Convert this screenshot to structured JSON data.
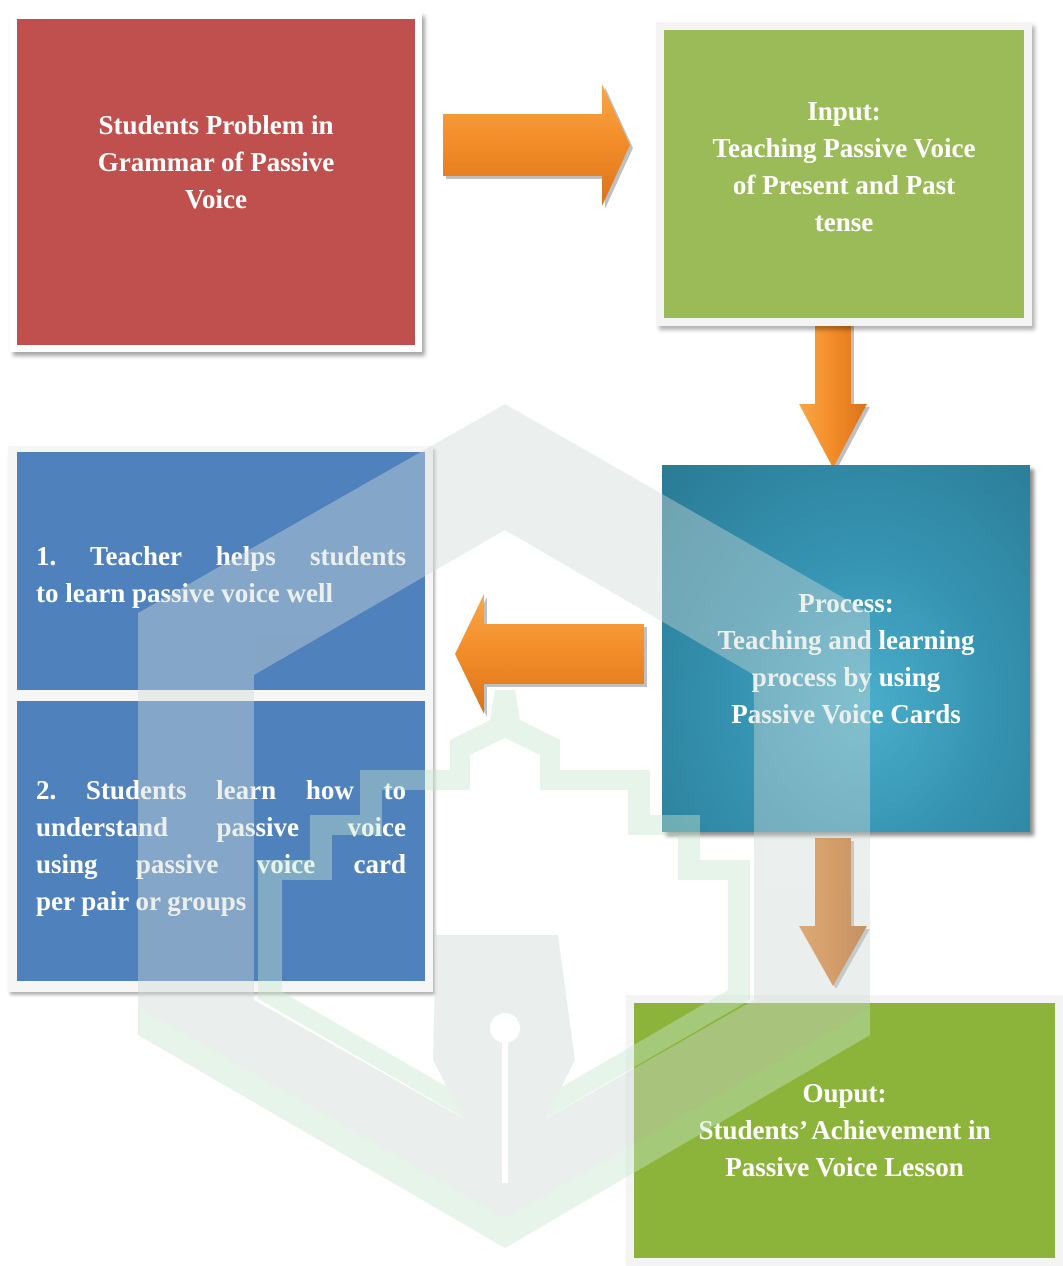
{
  "diagram": {
    "problem": {
      "lines": [
        "Students Problem in",
        "Grammar of Passive",
        "Voice"
      ],
      "color": "#c0504d"
    },
    "input": {
      "lines": [
        "Input:",
        "Teaching Passive Voice",
        "of Present and Past",
        "tense"
      ],
      "color": "#9bbb59"
    },
    "process": {
      "lines": [
        "Process:",
        "Teaching and learning",
        "process by using",
        "Passive Voice Cards"
      ],
      "color": "#3593b1"
    },
    "output": {
      "lines": [
        "Ouput:",
        "Students’ Achievement in",
        "Passive Voice Lesson"
      ],
      "color": "#8cb43a"
    },
    "steps": [
      {
        "lines": [
          "1. Teacher helps students",
          "to learn passive voice well"
        ]
      },
      {
        "lines": [
          "2. Students learn how to",
          "understand passive voice",
          "using passive voice card",
          "per pair or groups"
        ]
      }
    ],
    "steps_color": "#4f81bd",
    "arrow_color": "#f28c28",
    "watermark_colors": [
      "#cfd8d6",
      "#c6e6cf"
    ]
  }
}
